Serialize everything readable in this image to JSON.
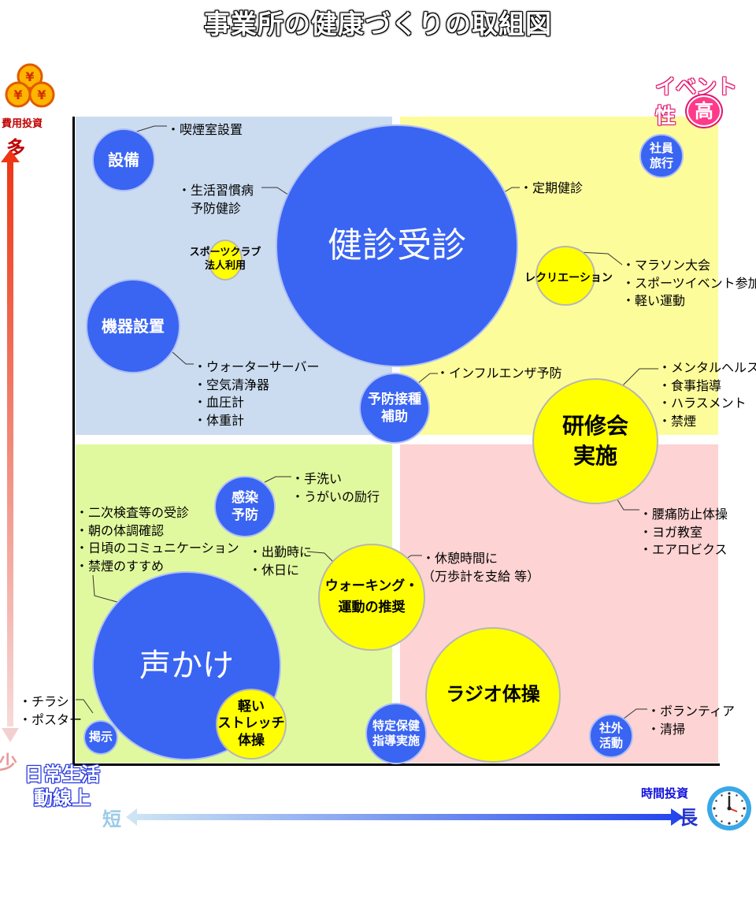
{
  "title": "事業所の健康づくりの取組図",
  "axes": {
    "y_label": "費用投資",
    "y_high": "多",
    "y_low": "少",
    "x_label": "時間投資",
    "x_high": "長",
    "x_low": "短",
    "event_label": "イベント性",
    "event_high": "高",
    "daily_label_1": "日常生活",
    "daily_label_2": "動線上"
  },
  "colors": {
    "top_left": "#cbdcf0",
    "top_right": "#fdfc9b",
    "bottom_left": "#e1f99e",
    "bottom_right": "#fed3d3",
    "blue_circle": "#3a64f2",
    "yellow_circle": "#ffff00"
  },
  "circles": {
    "setsubi": "設備",
    "kenshin": "健診受診",
    "sports_club": "スポーツクラブ\n法人利用",
    "kiki": "機器設置",
    "yobou": "予防接種\n補助",
    "shain": "社員\n旅行",
    "recreation": "レクリエーション",
    "kenshuu": "研修会\n実施",
    "kansen": "感染\n予防",
    "walking": "ウォーキング・\n運動の推奨",
    "koekake": "声かけ",
    "stretch": "軽い\nストレッチ\n体操",
    "keiji": "掲示",
    "tokutei": "特定保健\n指導実施",
    "radio": "ラジオ体操",
    "shagai": "社外\n活動"
  },
  "notes": {
    "setsubi": "・喫煙室設置",
    "seikatsu": "・生活習慣病\n　予防健診",
    "teiki": "・定期健診",
    "kiki": "・ウォーターサーバー\n・空気清浄器\n・血圧計\n・体重計",
    "influenza": "・インフルエンザ予防",
    "recreation": "・マラソン大会\n・スポーツイベント参加\n・軽い運動",
    "kenshuu_top": "・メンタルヘルス\n・食事指導\n・ハラスメント\n・禁煙",
    "kenshuu_bottom": "・腰痛防止体操\n・ヨガ教室\n・エアロビクス",
    "kansen": "・手洗い\n・うがいの励行",
    "koekake": "・二次検査等の受診\n・朝の体調確認\n・日頃のコミュニケーション\n・禁煙のすすめ",
    "walking_left": "・出勤時に\n・休日に",
    "walking_right": "・休憩時間に\n（万歩計を支給 等）",
    "keiji": "・チラシ\n・ポスター",
    "shagai": "・ボランティア\n・清掃"
  }
}
